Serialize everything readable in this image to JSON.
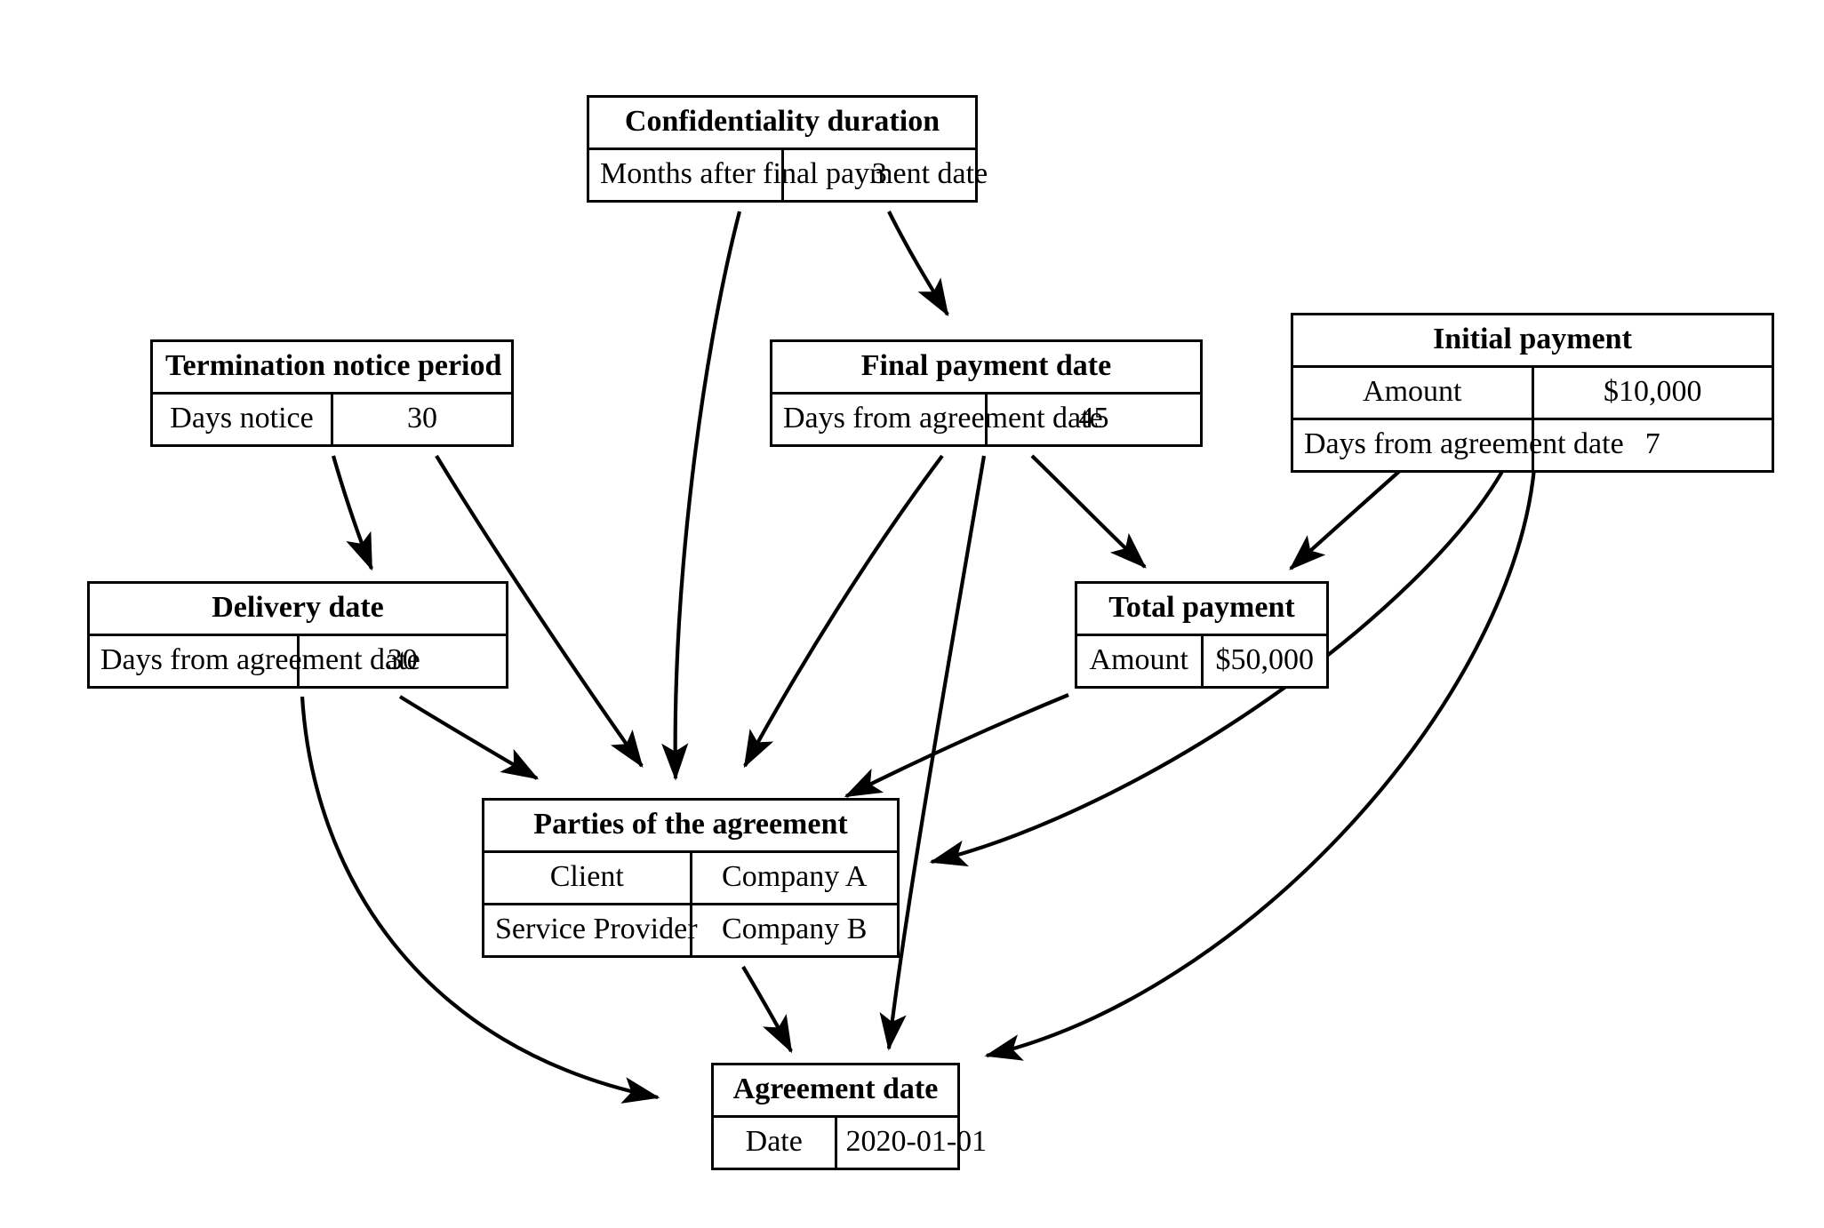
{
  "diagram": {
    "type": "entity-relationship-graph",
    "orientation": "top-down",
    "background_color": "#ffffff",
    "line_color": "#000000",
    "nodes": [
      {
        "id": "confidentiality_duration",
        "title": "Confidentiality duration",
        "rows": [
          {
            "key": "Months after final payment date",
            "value": "3"
          }
        ]
      },
      {
        "id": "termination_notice_period",
        "title": "Termination notice period",
        "rows": [
          {
            "key": "Days notice",
            "value": "30"
          }
        ]
      },
      {
        "id": "final_payment_date",
        "title": "Final payment date",
        "rows": [
          {
            "key": "Days from agreement date",
            "value": "45"
          }
        ]
      },
      {
        "id": "initial_payment",
        "title": "Initial payment",
        "rows": [
          {
            "key": "Amount",
            "value": "$10,000"
          },
          {
            "key": "Days from agreement date",
            "value": "7"
          }
        ]
      },
      {
        "id": "delivery_date",
        "title": "Delivery date",
        "rows": [
          {
            "key": "Days from agreement date",
            "value": "30"
          }
        ]
      },
      {
        "id": "total_payment",
        "title": "Total payment",
        "rows": [
          {
            "key": "Amount",
            "value": "$50,000"
          }
        ]
      },
      {
        "id": "parties_of_the_agreement",
        "title": "Parties of the agreement",
        "rows": [
          {
            "key": "Client",
            "value": "Company A"
          },
          {
            "key": "Service Provider",
            "value": "Company B"
          }
        ]
      },
      {
        "id": "agreement_date",
        "title": "Agreement date",
        "rows": [
          {
            "key": "Date",
            "value": "2020-01-01"
          }
        ]
      }
    ],
    "edges": [
      {
        "from": "confidentiality_duration",
        "to": "final_payment_date"
      },
      {
        "from": "confidentiality_duration",
        "to": "parties_of_the_agreement"
      },
      {
        "from": "termination_notice_period",
        "to": "delivery_date"
      },
      {
        "from": "termination_notice_period",
        "to": "parties_of_the_agreement"
      },
      {
        "from": "final_payment_date",
        "to": "parties_of_the_agreement"
      },
      {
        "from": "final_payment_date",
        "to": "total_payment"
      },
      {
        "from": "final_payment_date",
        "to": "agreement_date"
      },
      {
        "from": "initial_payment",
        "to": "total_payment"
      },
      {
        "from": "initial_payment",
        "to": "parties_of_the_agreement"
      },
      {
        "from": "initial_payment",
        "to": "agreement_date"
      },
      {
        "from": "delivery_date",
        "to": "parties_of_the_agreement"
      },
      {
        "from": "delivery_date",
        "to": "agreement_date"
      },
      {
        "from": "total_payment",
        "to": "parties_of_the_agreement"
      },
      {
        "from": "parties_of_the_agreement",
        "to": "agreement_date"
      }
    ]
  }
}
